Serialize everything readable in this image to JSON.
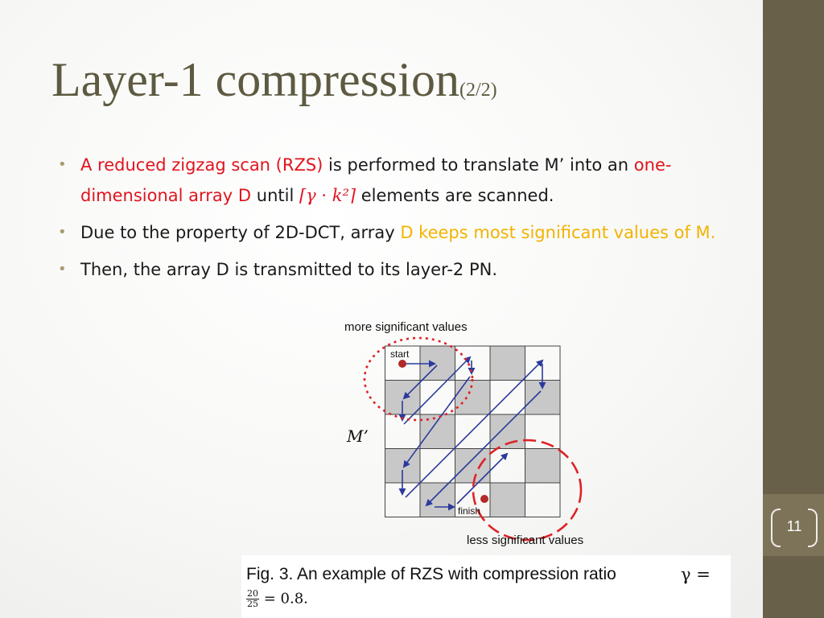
{
  "slide": {
    "title": "Layer-1 compression",
    "title_suffix": "(2/2)",
    "page_number": "11",
    "colors": {
      "title": "#5e5a41",
      "sidebar": "#69604a",
      "bullet_dot": "#a49c71",
      "highlight_red": "#e0141e",
      "highlight_gold": "#f2b300",
      "arrow_blue": "#2b3a9c"
    }
  },
  "bullets": {
    "b1": {
      "highlight1": "A reduced zigzag scan (RZS)",
      "text1": " is performed to translate M’ into an ",
      "highlight2": "one-dimensional array D",
      "text2": " until ",
      "math": "⌈γ · k²⌉",
      "text3": " elements are scanned."
    },
    "b2": {
      "text1": "Due to the property of 2D-DCT, array ",
      "highlight": "D keeps most significant values of M."
    },
    "b3": {
      "text1": "Then, the array D is transmitted to its layer-2 PN."
    }
  },
  "figure": {
    "top_label": "more significant values",
    "bottom_label": "less significant values",
    "start_label": "start",
    "finish_label": "finish",
    "matrix_label": "M’",
    "caption_text": "Fig. 3.  An example of RZS with compression ratio",
    "caption_gamma": "γ =",
    "caption_num": "20",
    "caption_den": "25",
    "caption_tail": "= 0.8."
  }
}
